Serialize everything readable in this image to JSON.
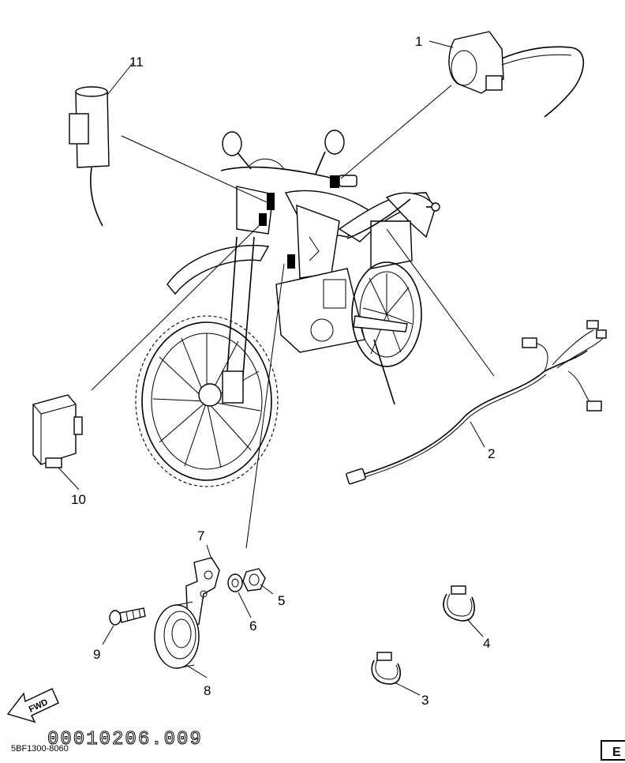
{
  "callouts": [
    {
      "id": "callout-1",
      "label": "1"
    },
    {
      "id": "callout-2",
      "label": "2"
    },
    {
      "id": "callout-3",
      "label": "3"
    },
    {
      "id": "callout-4",
      "label": "4"
    },
    {
      "id": "callout-5",
      "label": "5"
    },
    {
      "id": "callout-6",
      "label": "6"
    },
    {
      "id": "callout-7",
      "label": "7"
    },
    {
      "id": "callout-8",
      "label": "8"
    },
    {
      "id": "callout-9",
      "label": "9"
    },
    {
      "id": "callout-10",
      "label": "10"
    },
    {
      "id": "callout-11",
      "label": "11"
    }
  ],
  "fwd_label": "FWD",
  "drawing_code": "5BF1300-8060",
  "page_code_stamp": "00010206.009",
  "corner_tab": "E"
}
